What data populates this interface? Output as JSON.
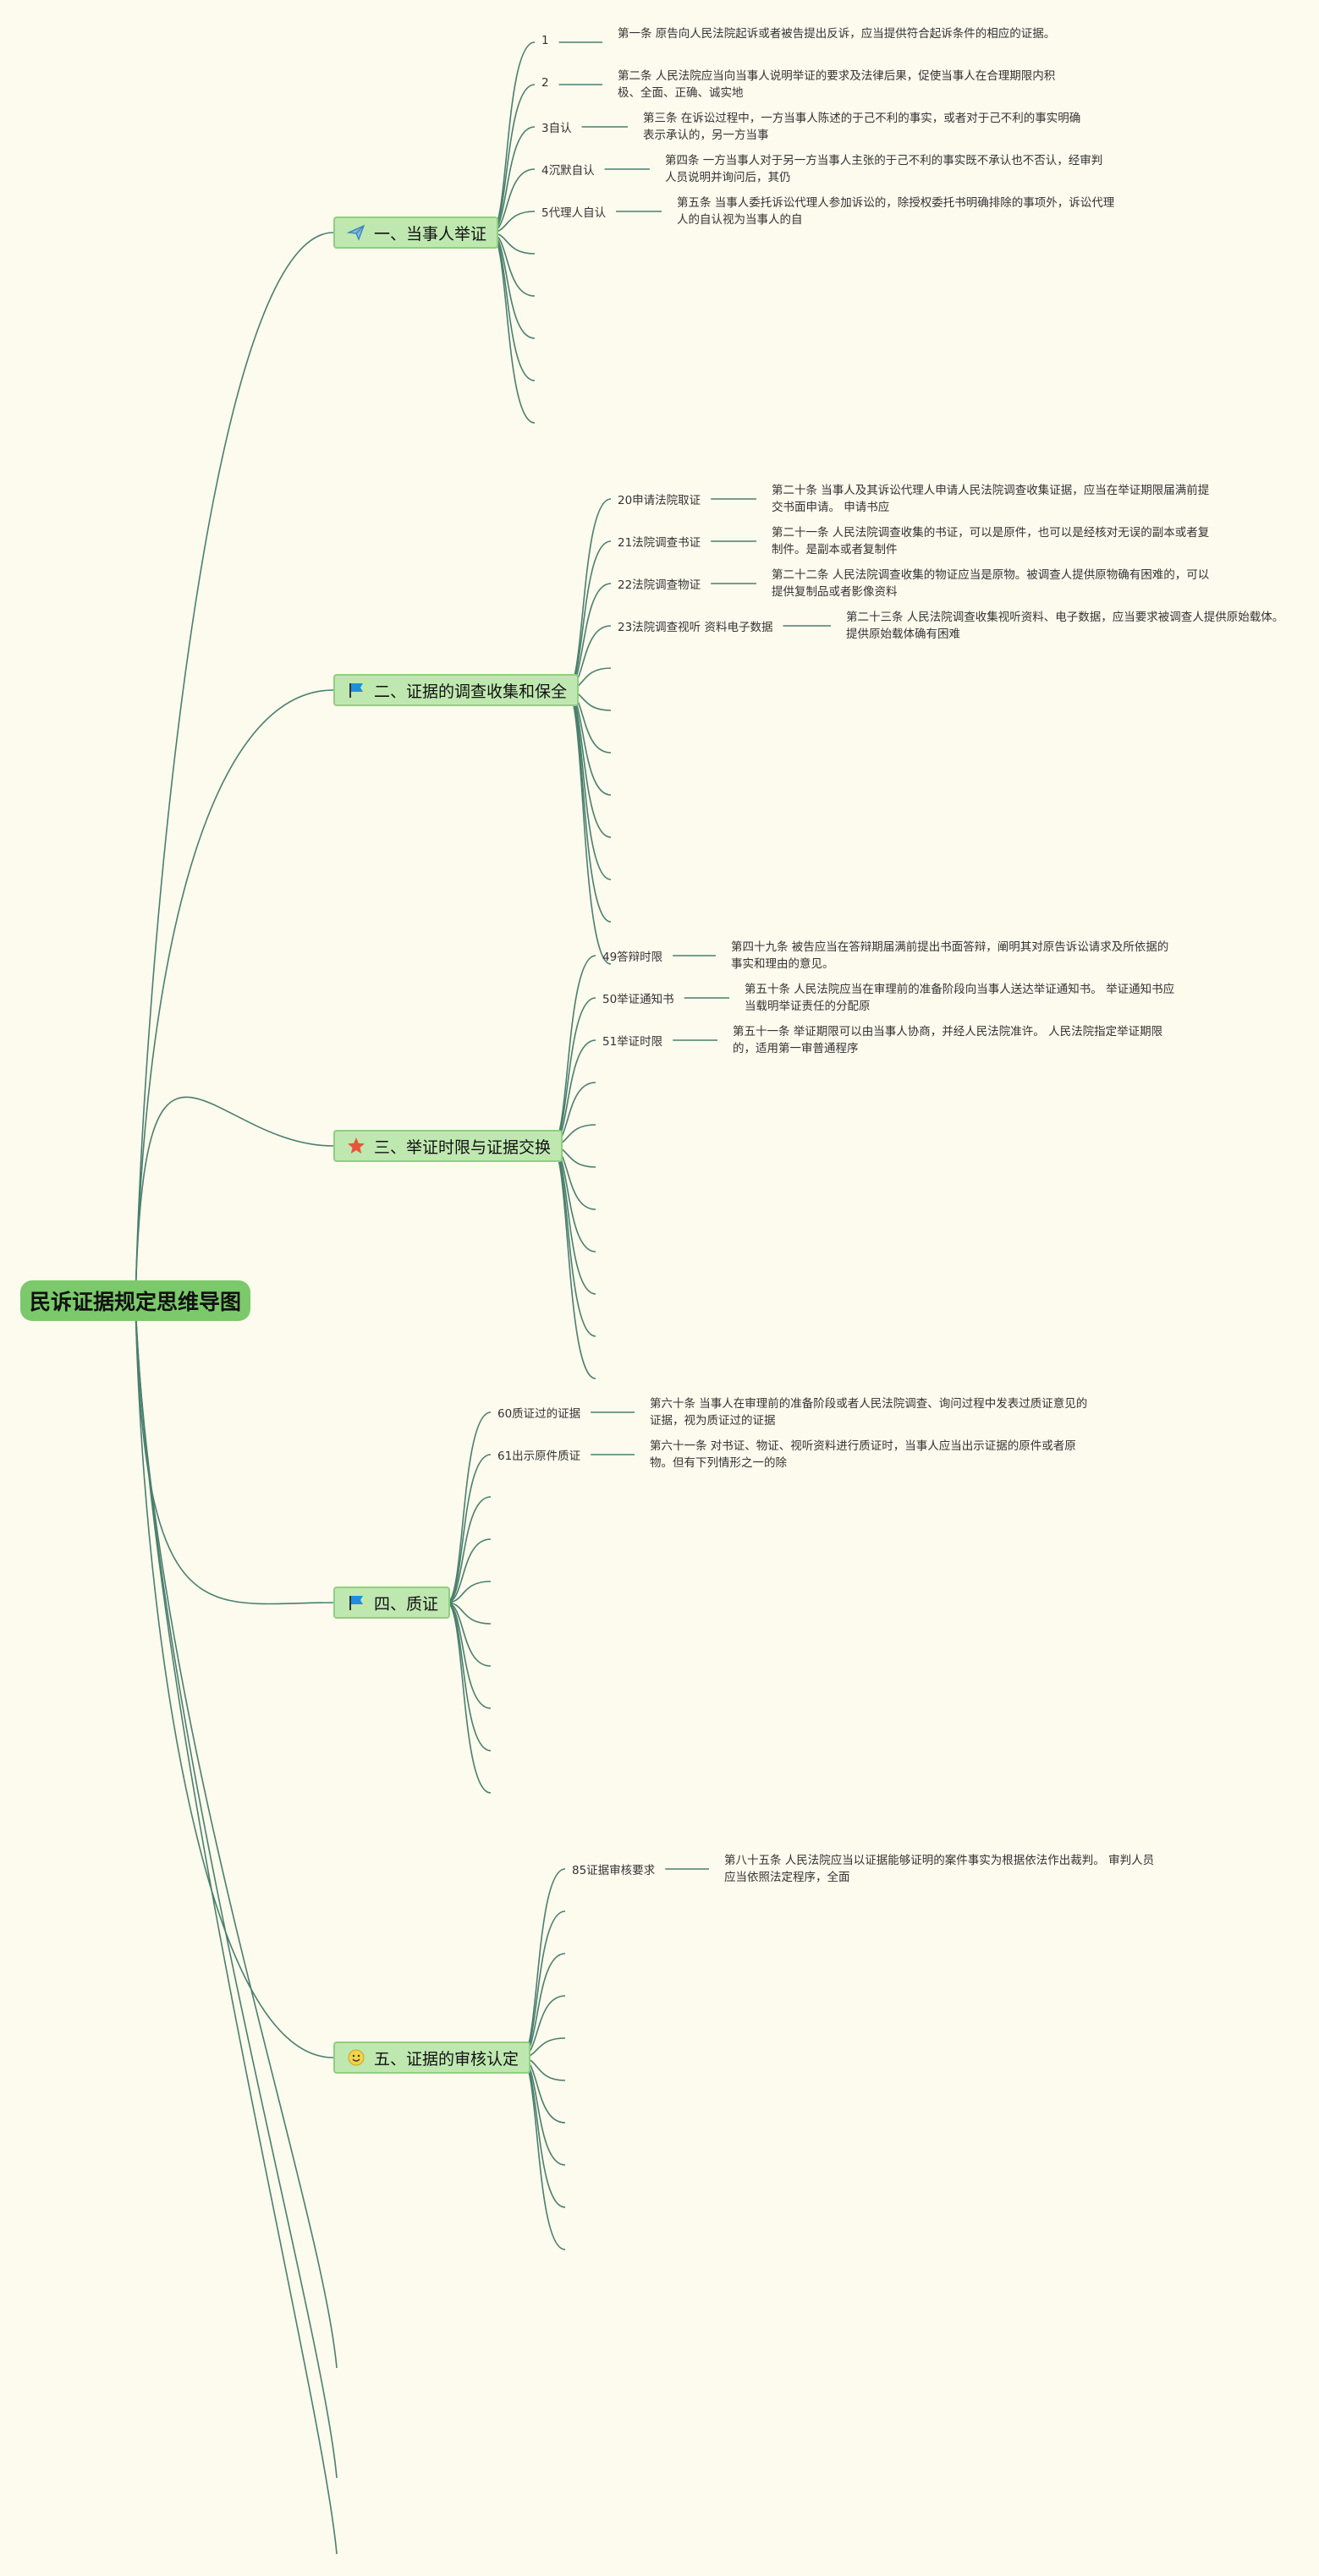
{
  "title": "民诉证据规定思维导图",
  "branches": [
    {
      "label": "一、当事人举证",
      "icon": "paper-plane-icon",
      "items": [
        {
          "label": "1",
          "text": "第一条 原告向人民法院起诉或者被告提出反诉，应当提供符合起诉条件的相应的证据。"
        },
        {
          "label": "2",
          "text": "第二条 人民法院应当向当事人说明举证的要求及法律后果，促使当事人在合理期限内积极、全面、正确、诚实地"
        },
        {
          "label": "3自认",
          "text": "第三条 在诉讼过程中，一方当事人陈述的于己不利的事实，或者对于己不利的事实明确表示承认的，另一方当事"
        },
        {
          "label": "4沉默自认",
          "text": "第四条 一方当事人对于另一方当事人主张的于己不利的事实既不承认也不否认，经审判人员说明并询问后，其仍"
        },
        {
          "label": "5代理人自认",
          "text": "第五条 当事人委托诉讼代理人参加诉讼的，除授权委托书明确排除的事项外，诉讼代理人的自认视为当事人的自"
        }
      ]
    },
    {
      "label": "二、证据的调查收集和保全",
      "icon": "flag-icon",
      "items": [
        {
          "label": "20申请法院取证",
          "text": "第二十条 当事人及其诉讼代理人申请人民法院调查收集证据，应当在举证期限届满前提交书面申请。 申请书应"
        },
        {
          "label": "21法院调查书证",
          "text": "第二十一条 人民法院调查收集的书证，可以是原件，也可以是经核对无误的副本或者复制件。是副本或者复制件"
        },
        {
          "label": "22法院调查物证",
          "text": "第二十二条 人民法院调查收集的物证应当是原物。被调查人提供原物确有困难的，可以提供复制品或者影像资料"
        },
        {
          "label": "23法院调查视听 资料电子数据",
          "text": "第二十三条 人民法院调查收集视听资料、电子数据，应当要求被调查人提供原始载体。 提供原始载体确有困难"
        }
      ]
    },
    {
      "label": "三、举证时限与证据交换",
      "icon": "star-icon",
      "items": [
        {
          "label": "49答辩时限",
          "text": "第四十九条 被告应当在答辩期届满前提出书面答辩，阐明其对原告诉讼请求及所依据的事实和理由的意见。"
        },
        {
          "label": "50举证通知书",
          "text": "第五十条 人民法院应当在审理前的准备阶段向当事人送达举证通知书。 举证通知书应当载明举证责任的分配原"
        },
        {
          "label": "51举证时限",
          "text": "第五十一条 举证期限可以由当事人协商，并经人民法院准许。 人民法院指定举证期限的，适用第一审普通程序"
        }
      ]
    },
    {
      "label": "四、质证",
      "icon": "flag-icon",
      "items": [
        {
          "label": "60质证过的证据",
          "text": "第六十条 当事人在审理前的准备阶段或者人民法院调查、询问过程中发表过质证意见的证据，视为质证过的证据"
        },
        {
          "label": "61出示原件质证",
          "text": "第六十一条 对书证、物证、视听资料进行质证时，当事人应当出示证据的原件或者原物。但有下列情形之一的除"
        }
      ]
    },
    {
      "label": "五、证据的审核认定",
      "icon": "smiley-icon",
      "items": [
        {
          "label": "85证据审核要求",
          "text": "第八十五条 人民法院应当以证据能够证明的案件事实为根据依法作出裁判。 审判人员应当依照法定程序，全面"
        }
      ]
    }
  ],
  "colors": {
    "background": "#fdfaee",
    "root_fill": "#7bc96a",
    "branch_fill": "#bfe8b0",
    "branch_border": "#8fcf7d",
    "line": "#4a7f6e"
  }
}
